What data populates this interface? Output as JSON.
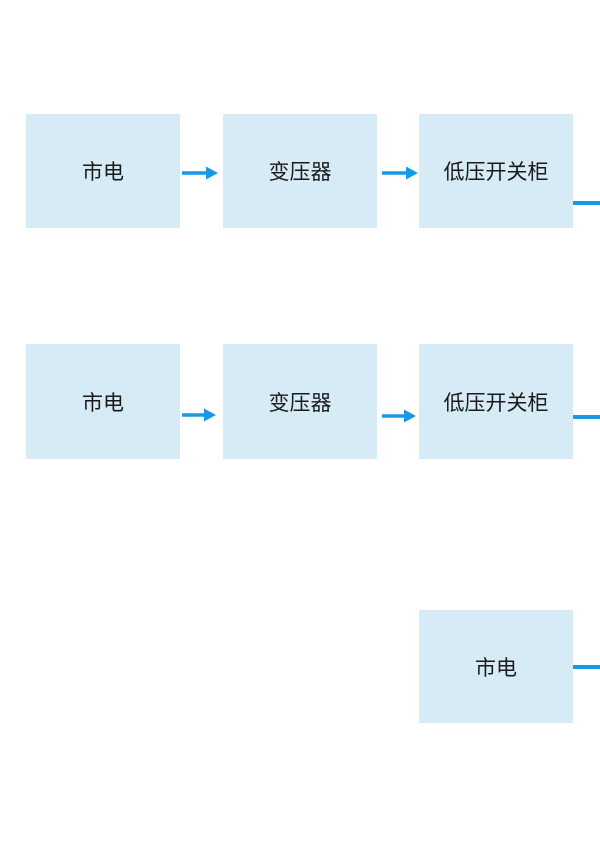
{
  "theme": {
    "page_bg": "#ffffff",
    "box_fill": "#d6ebf5",
    "connector_color": "#1899e5",
    "text_color": "#1a1a1a"
  },
  "diagram": {
    "rows": [
      {
        "nodes": [
          {
            "label": "市电"
          },
          {
            "label": "变压器"
          },
          {
            "label": "低压开关柜"
          }
        ]
      },
      {
        "nodes": [
          {
            "label": "市电"
          },
          {
            "label": "变压器"
          },
          {
            "label": "低压开关柜"
          }
        ]
      },
      {
        "nodes": [
          {
            "label": "市电"
          }
        ]
      }
    ],
    "connections": [
      {
        "row": 1,
        "from": "市电",
        "to": "变压器",
        "type": "arrow"
      },
      {
        "row": 1,
        "from": "变压器",
        "to": "低压开关柜",
        "type": "arrow"
      },
      {
        "row": 1,
        "from": "低压开关柜",
        "direction": "offscreen-right",
        "type": "line"
      },
      {
        "row": 2,
        "from": "市电",
        "to": "变压器",
        "type": "arrow"
      },
      {
        "row": 2,
        "from": "变压器",
        "to": "低压开关柜",
        "type": "arrow"
      },
      {
        "row": 2,
        "from": "低压开关柜",
        "direction": "offscreen-right",
        "type": "line"
      },
      {
        "row": 3,
        "from": "市电",
        "direction": "offscreen-right",
        "type": "line"
      }
    ]
  }
}
